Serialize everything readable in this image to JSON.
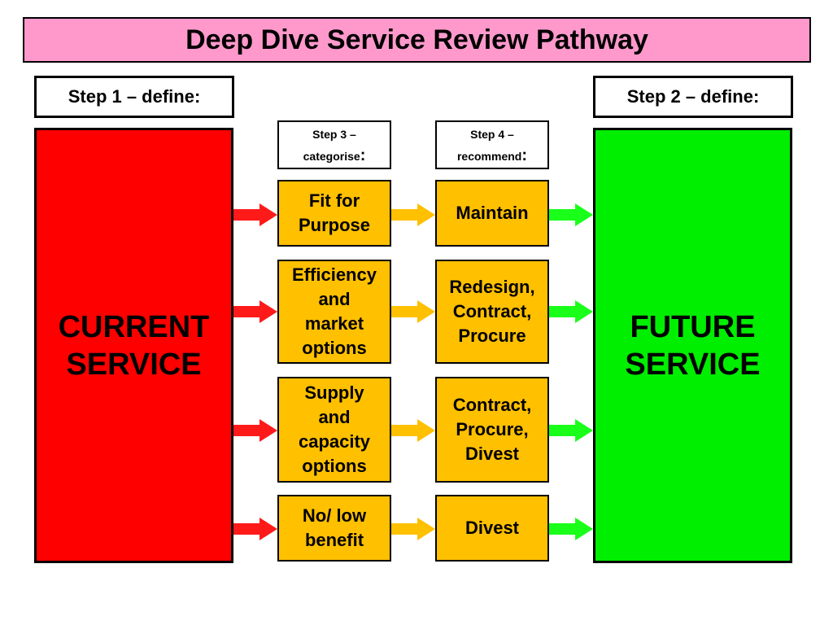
{
  "title": "Deep Dive Service Review Pathway",
  "step1_label": "Step 1 – define:",
  "step2_label": "Step 2 – define:",
  "step3": {
    "line1": "Step 3 –",
    "line2": "categorise",
    "colon": ":"
  },
  "step4": {
    "line1": "Step 4 –",
    "line2": "recommend",
    "colon": ":"
  },
  "current_service": {
    "line1": "CURRENT",
    "line2": "SERVICE"
  },
  "future_service": {
    "line1": "FUTURE",
    "line2": "SERVICE"
  },
  "rows": [
    {
      "category": [
        "Fit for",
        "Purpose"
      ],
      "recommendation": [
        "Maintain"
      ]
    },
    {
      "category": [
        "Efficiency",
        "and",
        "market",
        "options"
      ],
      "recommendation": [
        "Redesign,",
        "Contract,",
        "Procure"
      ]
    },
    {
      "category": [
        "Supply",
        "and",
        "capacity",
        "options"
      ],
      "recommendation": [
        "Contract,",
        "Procure,",
        "Divest"
      ]
    },
    {
      "category": [
        "No/ low",
        "benefit"
      ],
      "recommendation": [
        "Divest"
      ]
    }
  ],
  "colors": {
    "title_bg": "#ff99cc",
    "current": "#ff0000",
    "future": "#00ee00",
    "category_box": "#ffc000",
    "arrow_red": "#ff1a1a",
    "arrow_amber": "#ffc000",
    "arrow_green": "#1aff1a"
  }
}
